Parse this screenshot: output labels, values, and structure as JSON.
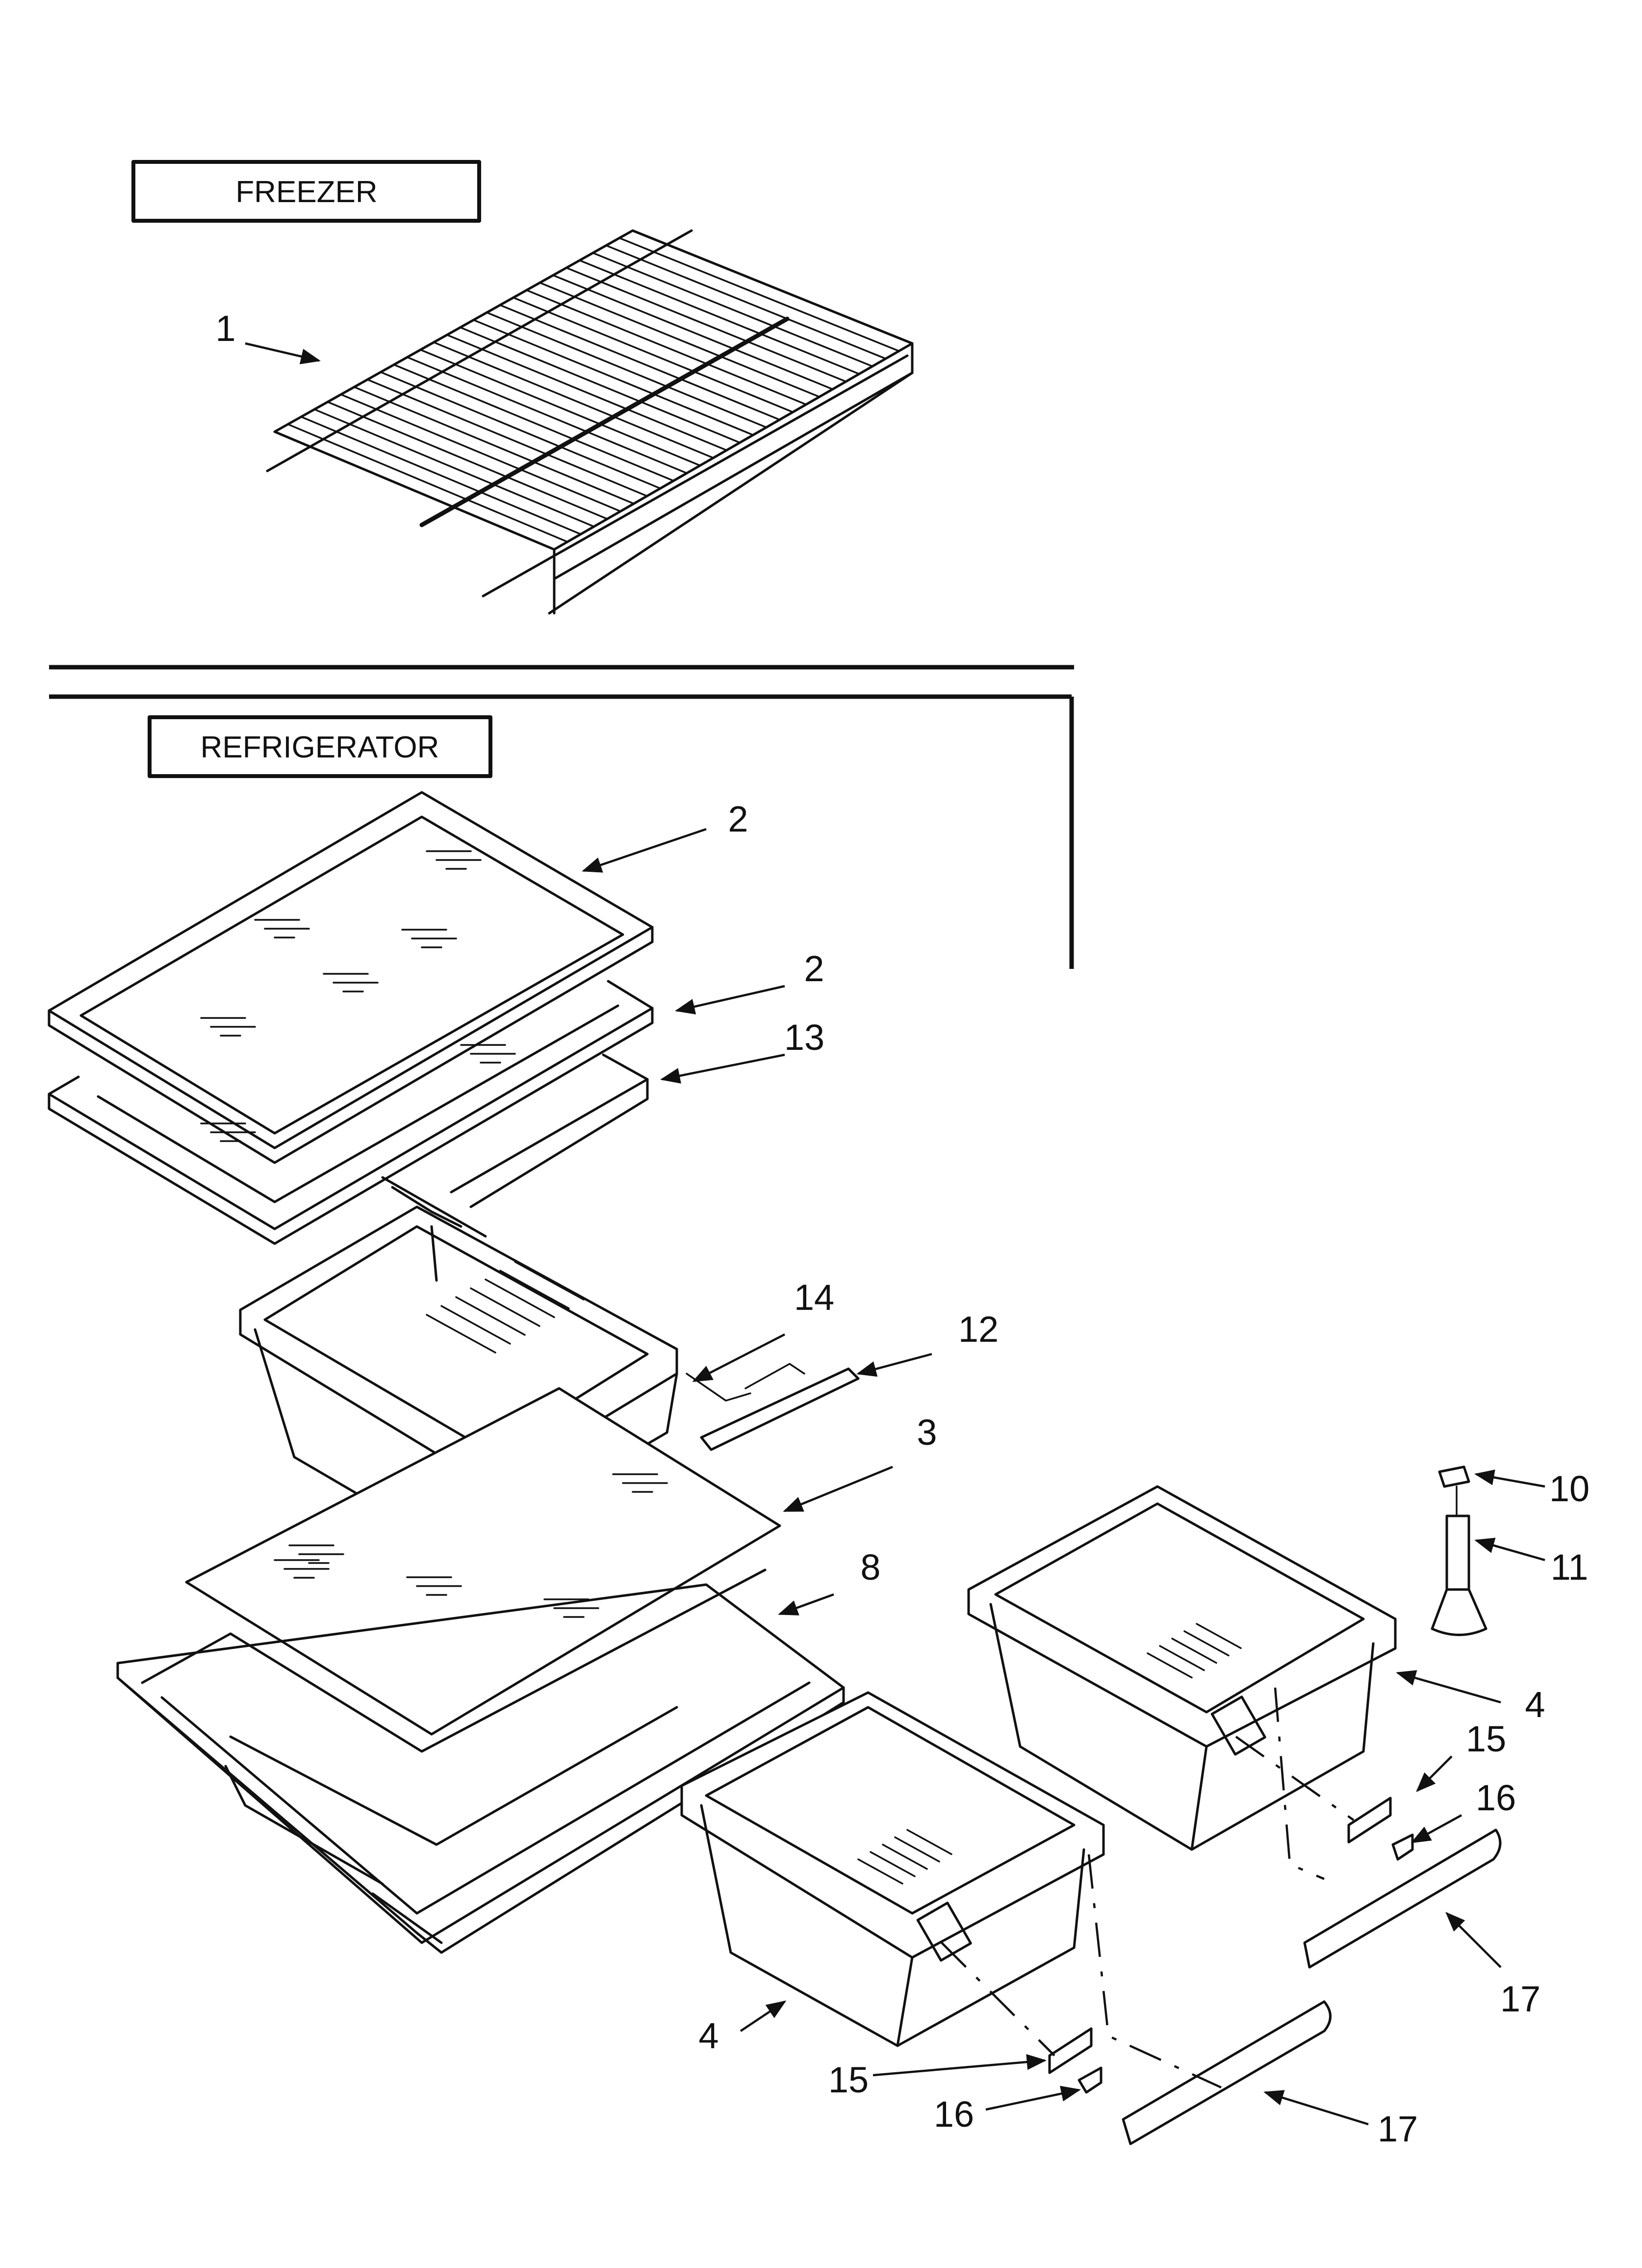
{
  "sections": {
    "freezer": "FREEZER",
    "refrigerator": "REFRIGERATOR"
  },
  "callouts": {
    "p1": "1",
    "p2a": "2",
    "p2b": "2",
    "p13": "13",
    "p14": "14",
    "p12": "12",
    "p3": "3",
    "p8": "8",
    "p10": "10",
    "p11": "11",
    "p4a": "4",
    "p15a": "15",
    "p16a": "16",
    "p17a": "17",
    "p4b": "4",
    "p15b": "15",
    "p16b": "16",
    "p17b": "17"
  }
}
